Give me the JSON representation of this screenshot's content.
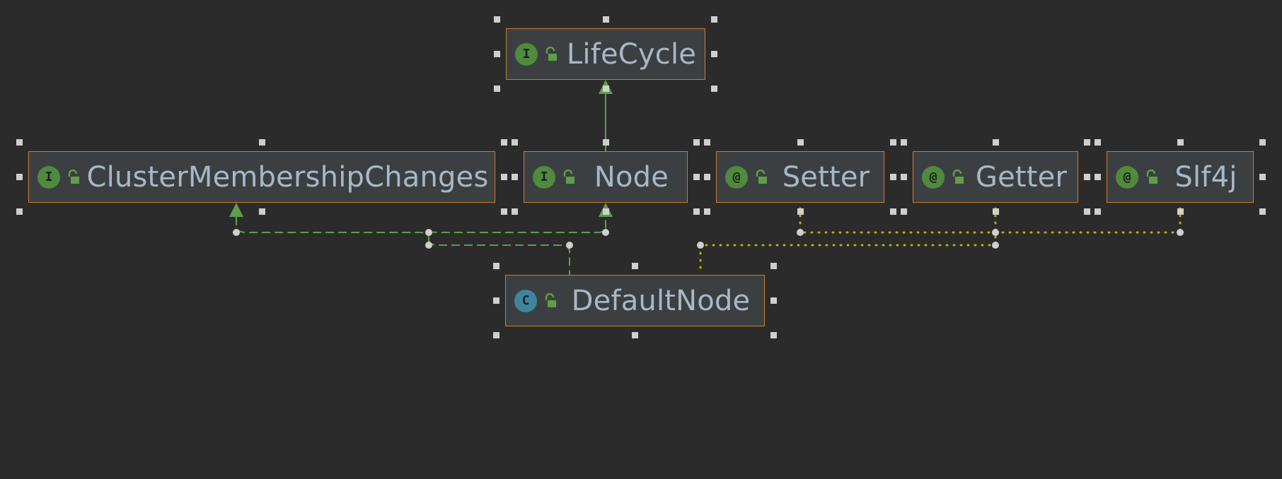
{
  "diagram": {
    "nodes": [
      {
        "id": "lifecycle",
        "name": "LifeCycle",
        "kind": "interface",
        "icon": "interface-icon",
        "badge": "I"
      },
      {
        "id": "cluster",
        "name": "ClusterMembershipChanges",
        "kind": "interface",
        "icon": "interface-icon",
        "badge": "I"
      },
      {
        "id": "node",
        "name": "Node",
        "kind": "interface",
        "icon": "interface-icon",
        "badge": "I"
      },
      {
        "id": "setter",
        "name": "Setter",
        "kind": "annotation",
        "icon": "annotation-icon",
        "badge": "@"
      },
      {
        "id": "getter",
        "name": "Getter",
        "kind": "annotation",
        "icon": "annotation-icon",
        "badge": "@"
      },
      {
        "id": "slf4j",
        "name": "Slf4j",
        "kind": "annotation",
        "icon": "annotation-icon",
        "badge": "@"
      },
      {
        "id": "defaultnode",
        "name": "DefaultNode",
        "kind": "class",
        "icon": "class-icon",
        "badge": "C"
      }
    ],
    "edges": [
      {
        "from": "node",
        "to": "lifecycle",
        "type": "extends"
      },
      {
        "from": "defaultnode",
        "to": "cluster",
        "type": "implements"
      },
      {
        "from": "defaultnode",
        "to": "node",
        "type": "implements"
      },
      {
        "from": "defaultnode",
        "to": "setter",
        "type": "annotated-by"
      },
      {
        "from": "defaultnode",
        "to": "getter",
        "type": "annotated-by"
      },
      {
        "from": "defaultnode",
        "to": "slf4j",
        "type": "annotated-by"
      }
    ],
    "colors": {
      "background": "#2b2b2b",
      "node_fill": "#3c3f41",
      "node_border": "#c87d33",
      "label": "#a9b7c6",
      "interface_badge": "#4f8a3d",
      "class_badge": "#3e86a0",
      "lock": "#5e9e48",
      "inheritance_edge": "#5e9e48",
      "annotation_edge": "#b3b300",
      "handle": "#cfcfcf"
    }
  }
}
